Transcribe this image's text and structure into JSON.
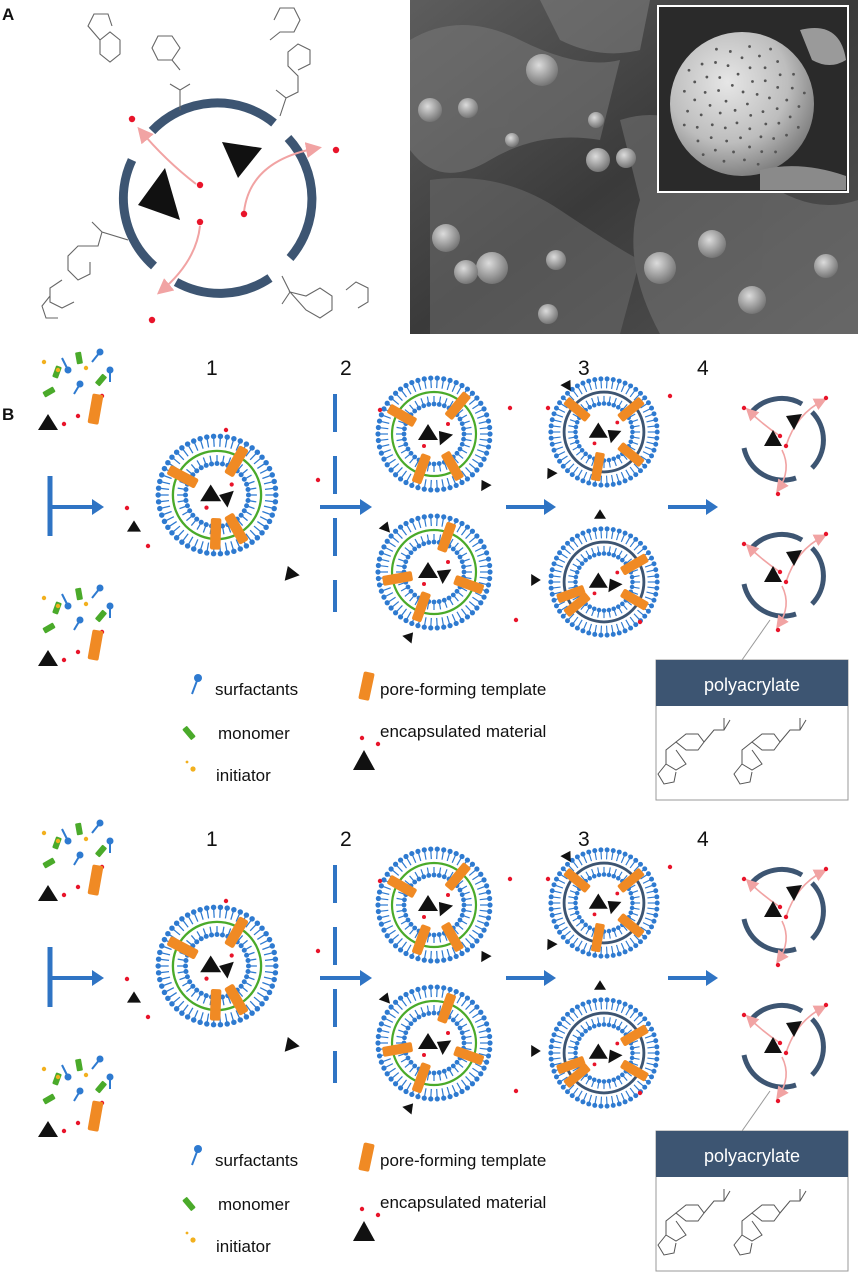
{
  "panels": {
    "a": {
      "label": "A",
      "micrograph_alt": "electron micrograph of porous microspheres",
      "inset_alt": "close-up of a single porous sphere"
    },
    "b": {
      "label": "B"
    }
  },
  "scheme": {
    "steps": [
      "1",
      "2",
      "3",
      "4"
    ],
    "legend": {
      "surfactants": "surfactants",
      "template": "pore-forming template",
      "monomer": "monomer",
      "encapsulated": "encapsulated material",
      "initiator": "initiator"
    },
    "inset_title": "polyacrylate"
  },
  "colors": {
    "shell": "#3d5572",
    "surfactant": "#2e7ad0",
    "monomer": "#4aaa2a",
    "template": "#f08a24",
    "initiator": "#f2b01e",
    "cargo_dot": "#e8142a",
    "arrow": "#2f74c4",
    "release_arrow": "#f1a3a3",
    "inset_header": "#3d5572"
  }
}
